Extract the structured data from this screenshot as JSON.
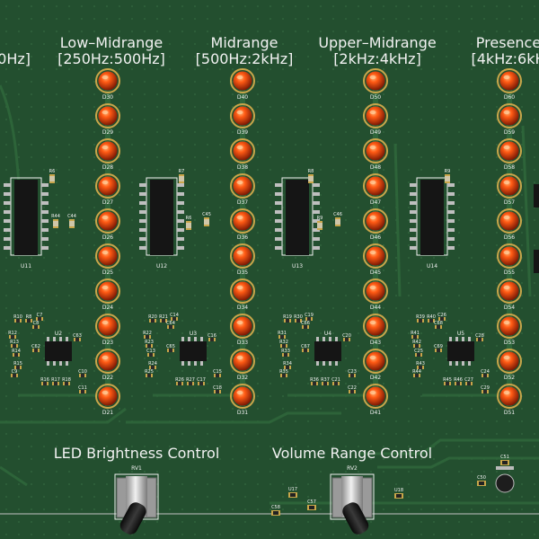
{
  "board": {
    "colors": {
      "pcb": "#234f2f",
      "pcb_trace": "#2d6238",
      "silkscreen": "#f0f0f0",
      "led_body": "#c2310b",
      "led_glow": "#ff7a2a",
      "pad_gold": "#c9a64a",
      "ic_body": "#151515",
      "pin_silver": "#bfbfbf"
    }
  },
  "bands": [
    {
      "title": "",
      "range": "0Hz]"
    },
    {
      "title": "Low–Midrange",
      "range": "[250Hz:500Hz]"
    },
    {
      "title": "Midrange",
      "range": "[500Hz:2kHz]"
    },
    {
      "title": "Upper–Midrange",
      "range": "[2kHz:4kHz]"
    },
    {
      "title": "Presence",
      "range": "[4kHz:6kH"
    }
  ],
  "led_columns": [
    {
      "labels": [
        "D30",
        "D29",
        "D28",
        "D27",
        "D26",
        "D25",
        "D24",
        "D23",
        "D22",
        "D21"
      ]
    },
    {
      "labels": [
        "D40",
        "D39",
        "D38",
        "D37",
        "D36",
        "D35",
        "D34",
        "D33",
        "D32",
        "D31"
      ]
    },
    {
      "labels": [
        "D50",
        "D49",
        "D48",
        "D47",
        "D46",
        "D45",
        "D44",
        "D43",
        "D42",
        "D41"
      ]
    },
    {
      "labels": [
        "D60",
        "D59",
        "D58",
        "D57",
        "D56",
        "D55",
        "D54",
        "D53",
        "D52",
        "D51"
      ]
    }
  ],
  "large_ics": [
    "U11",
    "U12",
    "U13",
    "U14"
  ],
  "filter_blocks": [
    {
      "ic": "U2",
      "parts": [
        "R10",
        "R8",
        "R12",
        "R13",
        "R14",
        "C7",
        "C8",
        "C62",
        "C63",
        "R15",
        "C9",
        "R16",
        "R17",
        "R18",
        "C11",
        "C10"
      ]
    },
    {
      "ic": "U3",
      "parts": [
        "R20",
        "R21",
        "R22",
        "R23",
        "C13",
        "C14",
        "C64",
        "C65",
        "C16",
        "R24",
        "R25",
        "R26",
        "R27",
        "C17",
        "C18",
        "C15"
      ]
    },
    {
      "ic": "U4",
      "parts": [
        "R19",
        "R30",
        "R31",
        "R32",
        "R33",
        "C19",
        "C66",
        "C67",
        "C20",
        "R34",
        "R35",
        "R36",
        "R37",
        "C21",
        "C22",
        "C23"
      ]
    },
    {
      "ic": "U5",
      "parts": [
        "R39",
        "R40",
        "R41",
        "R42",
        "C25",
        "C26",
        "C68",
        "C69",
        "C28",
        "R43",
        "R44",
        "R45",
        "R46",
        "C27",
        "C29",
        "C24"
      ]
    }
  ],
  "misc_labels": [
    "R6",
    "R7",
    "R8",
    "R9",
    "R44",
    "C44",
    "C45",
    "C46",
    "R6",
    "R9"
  ],
  "controls": [
    {
      "title": "LED Brightness Control",
      "ref": "RV1"
    },
    {
      "title": "Volume Range Control",
      "ref": "RV2"
    }
  ],
  "bottom_parts": [
    "U17",
    "C57",
    "C58",
    "U18",
    "C51",
    "C50"
  ]
}
